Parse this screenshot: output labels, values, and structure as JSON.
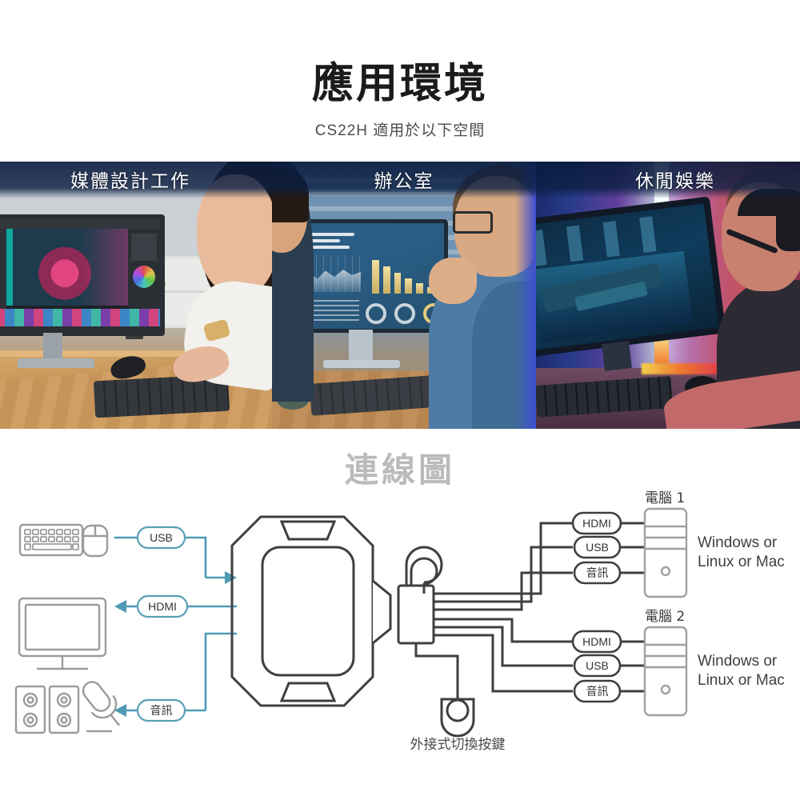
{
  "hero": {
    "title": "應用環境",
    "subtitle": "CS22H 適用於以下空間"
  },
  "photo_band": {
    "panels": [
      {
        "label": "媒體設計工作",
        "scene": "media-design-workstation"
      },
      {
        "label": "辦公室",
        "scene": "office-desk"
      },
      {
        "label": "休閒娛樂",
        "scene": "gaming-rgb-setup"
      }
    ]
  },
  "diagram": {
    "title": "連線圖",
    "peripherals": [
      {
        "icon": "keyboard-mouse-icon",
        "connector": "USB",
        "direction": "to-device"
      },
      {
        "icon": "monitor-icon",
        "connector": "HDMI",
        "direction": "to-peripheral"
      },
      {
        "icon": "speakers-microphone-icon",
        "connector": "音訊",
        "direction": "to-peripheral"
      }
    ],
    "device": {
      "name": "kvm-switch",
      "external_button_caption": "外接式切換按鍵"
    },
    "computers": [
      {
        "title": "電腦 1",
        "os_line1": "Windows or",
        "os_line2": "Linux or Mac",
        "ports": [
          "HDMI",
          "USB",
          "音訊"
        ]
      },
      {
        "title": "電腦 2",
        "os_line1": "Windows or",
        "os_line2": "Linux or Mac",
        "ports": [
          "HDMI",
          "USB",
          "音訊"
        ]
      }
    ]
  },
  "colors": {
    "accent_teal": "#4e9ab5",
    "band_overlay_navy": "#0a1e42",
    "title_dark": "#1b1b1b",
    "diagram_title_gray": "#b9bbbd",
    "line_dark": "#3a3a3a",
    "icon_gray": "#9a9a9a"
  }
}
